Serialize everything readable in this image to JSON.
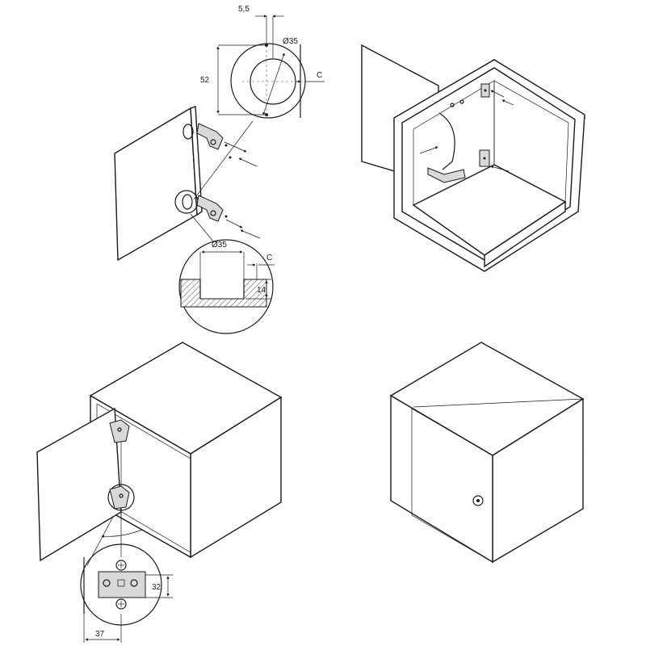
{
  "diagram": {
    "dimensions": {
      "offset_top": "5,5",
      "bore_diameter_top": "Ø35",
      "height_52": "52",
      "edge_c_top": "C",
      "bore_diameter_bottom": "Ø35",
      "edge_c_bottom": "C",
      "bore_depth": "14",
      "plate_height": "32",
      "plate_offset": "37"
    }
  }
}
